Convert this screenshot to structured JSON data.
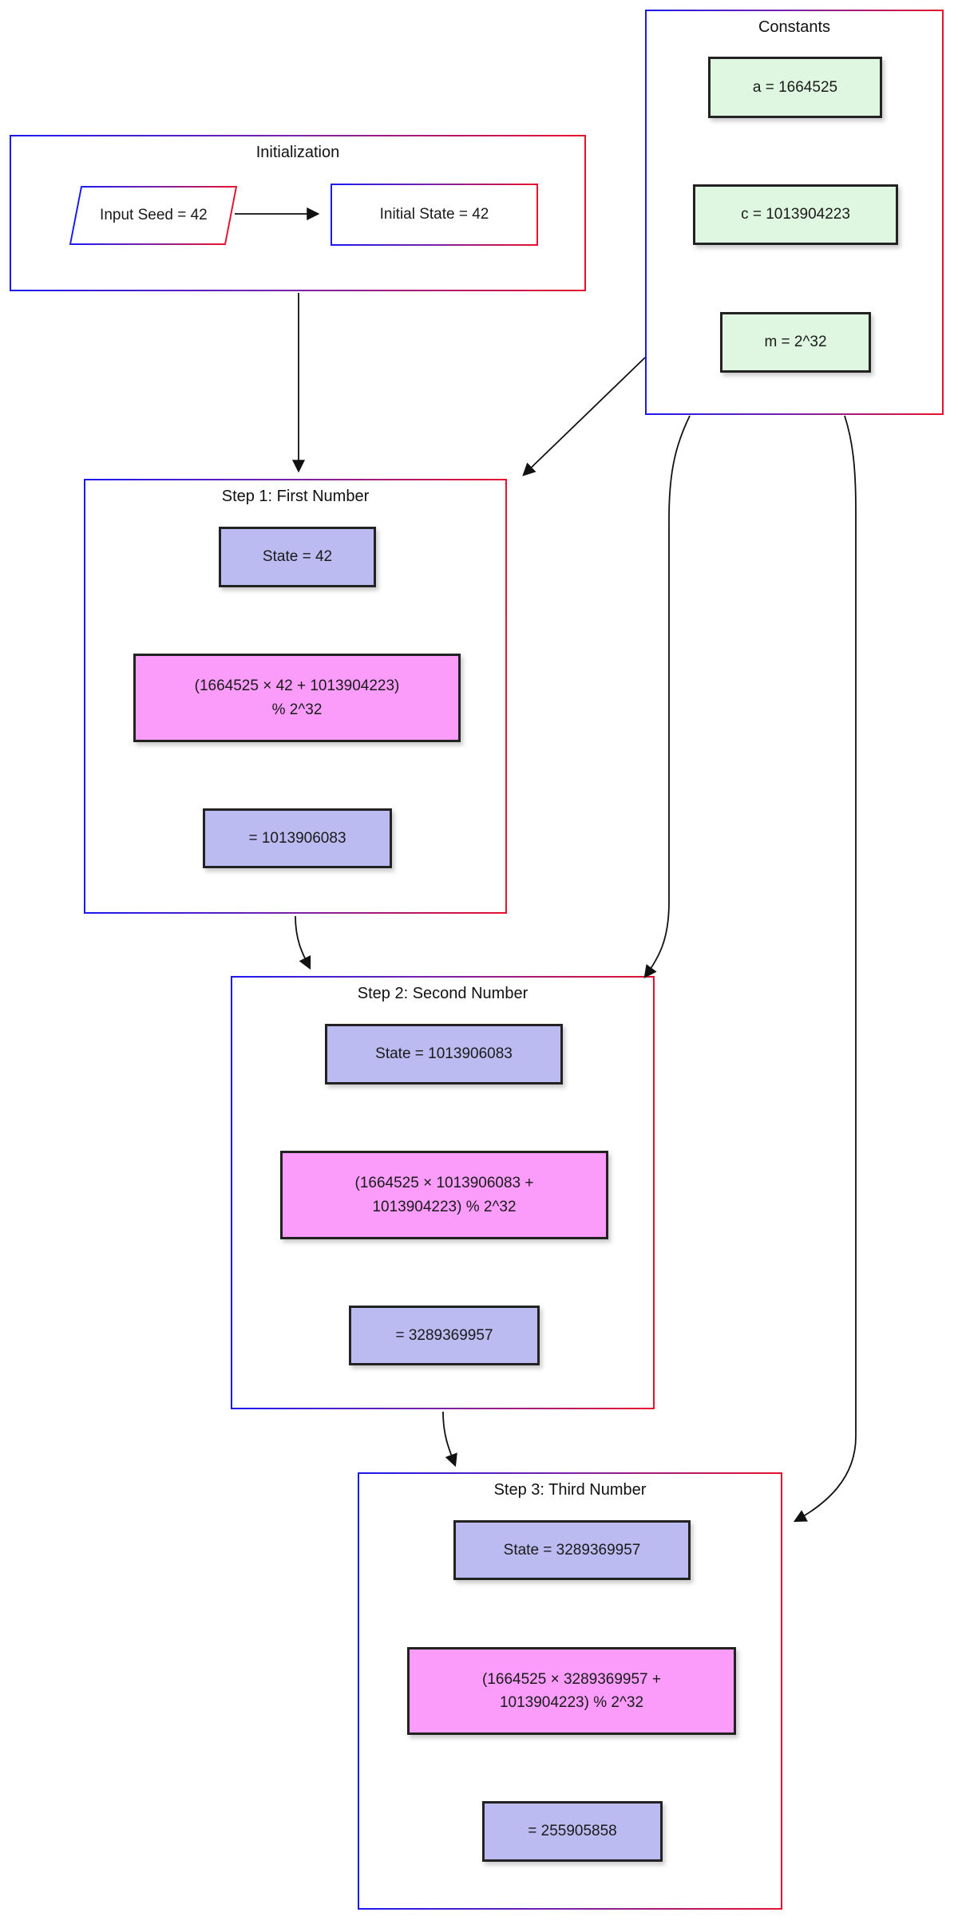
{
  "init": {
    "title": "Initialization",
    "seed_label": "Input Seed = 42",
    "state_label": "Initial State = 42"
  },
  "constants": {
    "title": "Constants",
    "a_label": "a = 1664525",
    "c_label": "c = 1013904223",
    "m_label": "m = 2^32"
  },
  "step1": {
    "title": "Step 1: First Number",
    "state_label": "State = 42",
    "calc_line1": "(1664525 × 42 + 1013904223)",
    "calc_line2": "% 2^32",
    "result_label": "= 1013906083"
  },
  "step2": {
    "title": "Step 2: Second Number",
    "state_label": "State = 1013906083",
    "calc_line1": "(1664525 × 1013906083 +",
    "calc_line2": "1013904223) % 2^32",
    "result_label": "= 3289369957"
  },
  "step3": {
    "title": "Step 3: Third Number",
    "state_label": "State = 3289369957",
    "calc_line1": "(1664525 × 3289369957 +",
    "calc_line2": "1013904223) % 2^32",
    "result_label": "= 255905858"
  },
  "colors": {
    "gradient_left": "#1a1af0",
    "gradient_mid": "#7b21a8",
    "gradient_right": "#e8112d",
    "constant_fill": "#dff7e0",
    "state_fill": "#bbbbf2",
    "calc_fill": "#fb9cfb",
    "node_border": "#222222",
    "arrow": "#111111"
  }
}
